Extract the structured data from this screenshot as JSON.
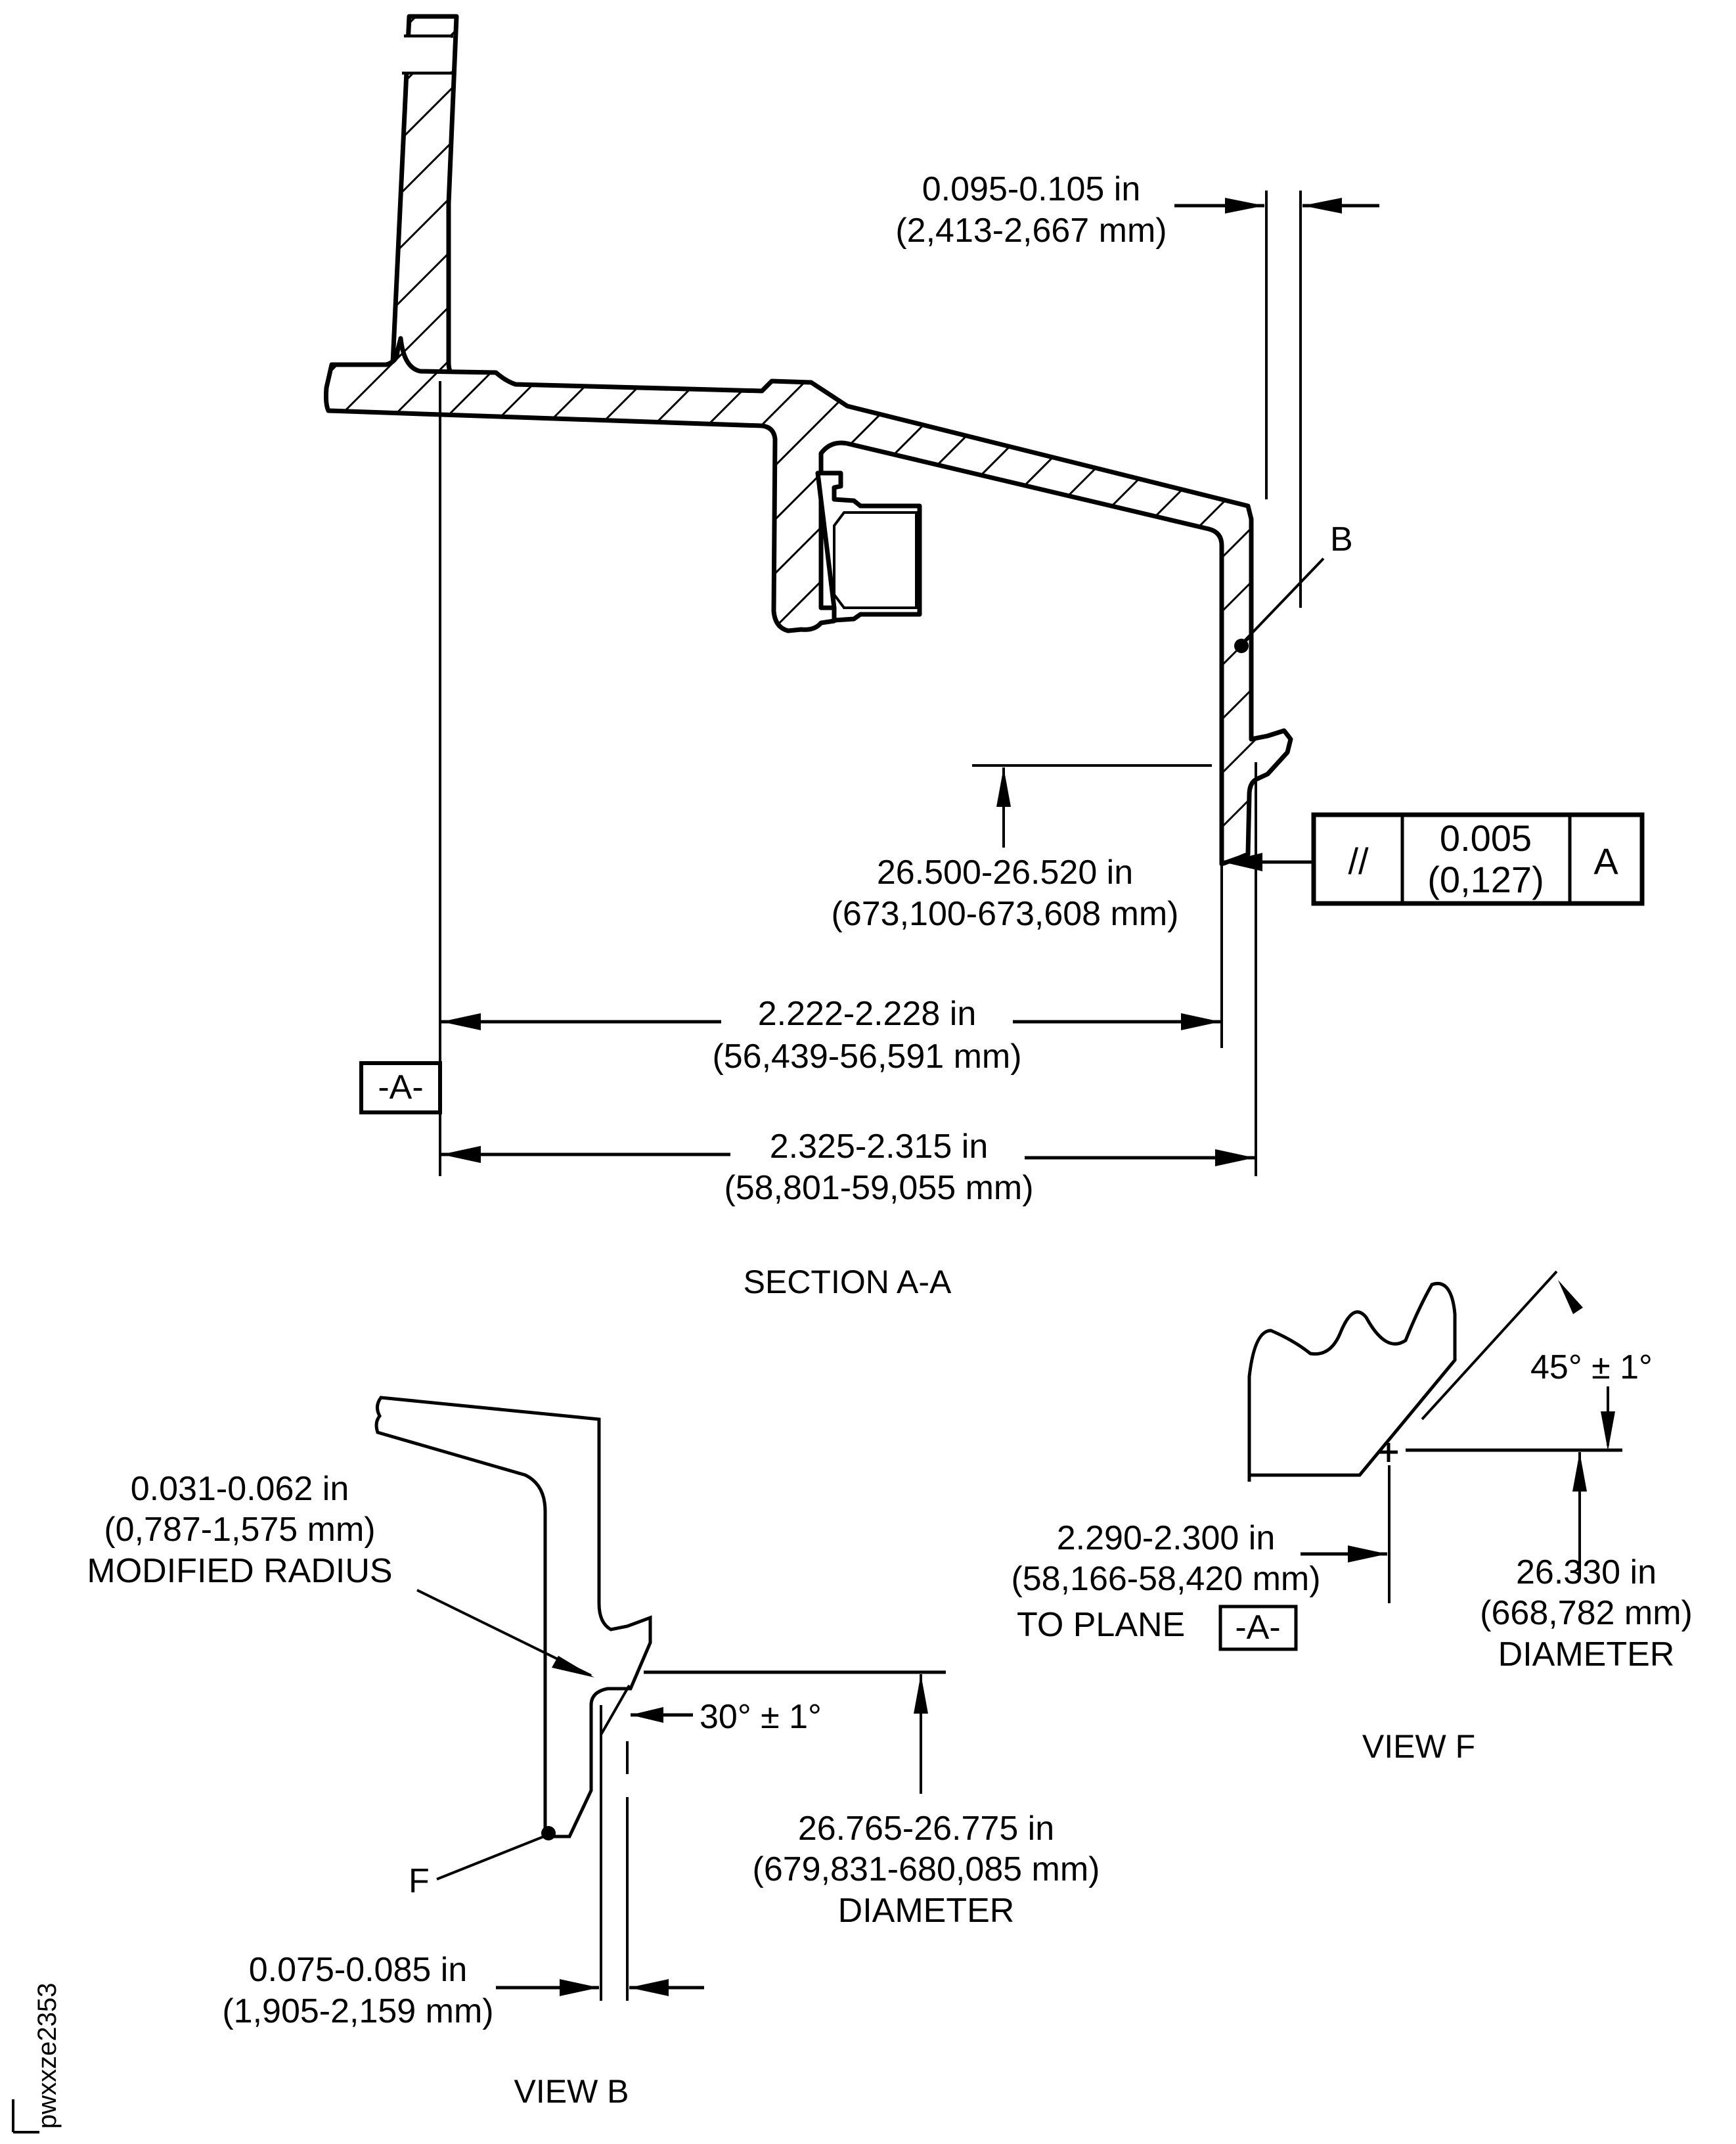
{
  "figure_id": "pwxxze2353",
  "views": {
    "section_aa": {
      "title": "SECTION A-A",
      "callout_b": "B",
      "datum_label": "-A-",
      "dim_flange_thickness": {
        "in": "0.095-0.105 in",
        "mm": "(2,413-2,667 mm)"
      },
      "dim_diameter": {
        "in": "26.500-26.520 in",
        "mm": "(673,100-673,608 mm)"
      },
      "dim_inner_length": {
        "in": "2.222-2.228 in",
        "mm": "(56,439-56,591 mm)"
      },
      "dim_outer_length": {
        "in": "2.325-2.315 in",
        "mm": "(58,801-59,055 mm)"
      },
      "feature_control_frame": {
        "symbol": "//",
        "symbol_name": "parallelism",
        "tolerance_in": "0.005",
        "tolerance_mm": "(0,127)",
        "datum": "A"
      }
    },
    "view_b": {
      "title": "VIEW B",
      "callout_f": "F",
      "dim_radius": {
        "in": "0.031-0.062 in",
        "mm": "(0,787-1,575 mm)",
        "note": "MODIFIED RADIUS"
      },
      "dim_angle": "30° ± 1°",
      "dim_diameter": {
        "in": "26.765-26.775 in",
        "mm": "(679,831-680,085 mm)",
        "note": "DIAMETER"
      },
      "dim_thickness": {
        "in": "0.075-0.085 in",
        "mm": "(1,905-2,159 mm)"
      }
    },
    "view_f": {
      "title": "VIEW F",
      "dim_angle": "45° ± 1°",
      "dim_distance": {
        "in": "2.290-2.300 in",
        "mm": "(58,166-58,420 mm)",
        "note": "TO PLANE",
        "datum_label": "-A-"
      },
      "dim_diameter": {
        "in": "26.330 in",
        "mm": "(668,782 mm)",
        "note": "DIAMETER"
      }
    }
  }
}
